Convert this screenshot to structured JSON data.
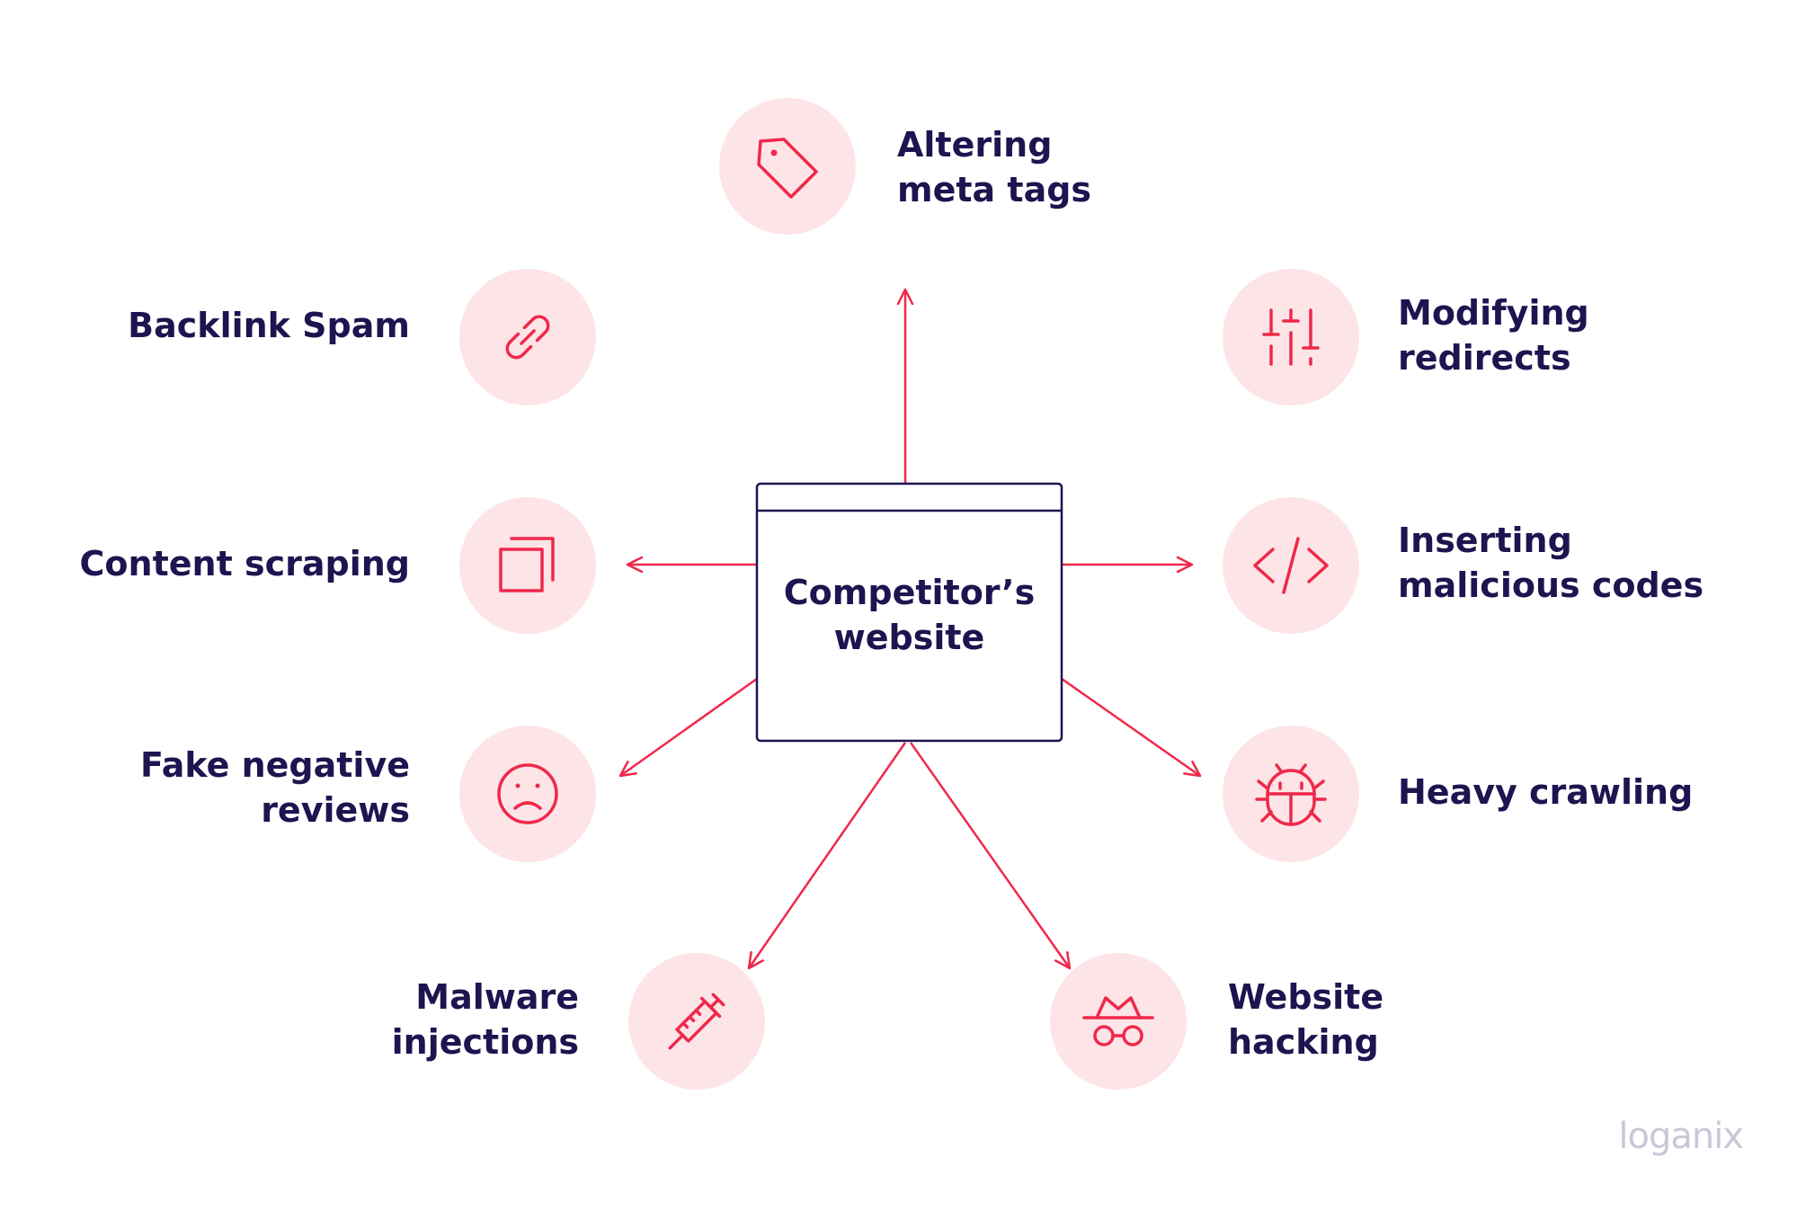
{
  "center": {
    "line1": "Competitor’s",
    "line2": "website"
  },
  "items": {
    "altering_meta_tags": {
      "line1": "Altering",
      "line2": "meta tags",
      "icon": "tag-icon"
    },
    "backlink_spam": {
      "line1": "Backlink Spam",
      "icon": "link-icon"
    },
    "modifying_redirects": {
      "line1": "Modifying",
      "line2": "redirects",
      "icon": "sliders-icon"
    },
    "content_scraping": {
      "line1": "Content scraping",
      "icon": "copy-icon"
    },
    "inserting_malicious_codes": {
      "line1": "Inserting",
      "line2": "malicious codes",
      "icon": "code-icon"
    },
    "fake_negative_reviews": {
      "line1": "Fake negative",
      "line2": "reviews",
      "icon": "sad-face-icon"
    },
    "heavy_crawling": {
      "line1": "Heavy crawling",
      "icon": "bug-icon"
    },
    "malware_injections": {
      "line1": "Malware",
      "line2": "injections",
      "icon": "syringe-icon"
    },
    "website_hacking": {
      "line1": "Website",
      "line2": "hacking",
      "icon": "spy-icon"
    }
  },
  "brand": "loganix",
  "colors": {
    "accent": "#f0284a",
    "circle": "#fde4e7",
    "text": "#1e1450"
  }
}
